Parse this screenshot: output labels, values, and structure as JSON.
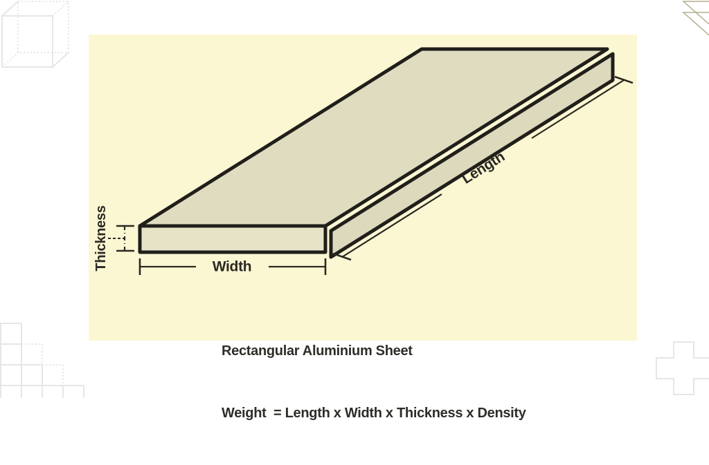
{
  "slide": {
    "background": "#ffffff",
    "panel_background": "#fcf7d3"
  },
  "diagram": {
    "labels": {
      "thickness": "Thickness",
      "width": "Width",
      "length": "Length"
    },
    "caption_title": "Rectangular Aluminium Sheet",
    "caption_formula": "Weight  = Length x Width x Thickness x Density",
    "colors": {
      "sheet_top": "#dfdcc0",
      "sheet_front": "#e6e3c7",
      "sheet_side": "#dcd9bd",
      "outline": "#201f1a",
      "dimension_lines": "#2a2922",
      "label_text": "#2a2922"
    }
  },
  "decorations": {
    "top_left": "wireframe-cube",
    "top_right": "slanted-parallelograms",
    "bottom_left": "staircase-grid",
    "bottom_right": "plus-outline",
    "gray": "#e6e6e6",
    "tan": "#b4ad8c"
  }
}
